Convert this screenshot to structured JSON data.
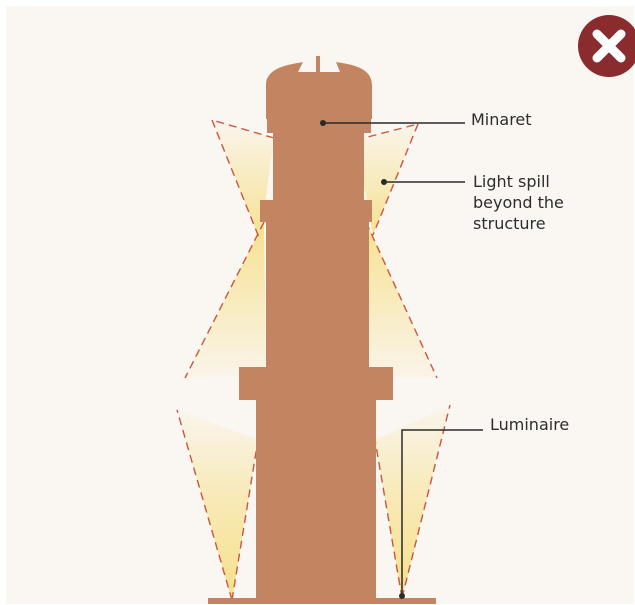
{
  "labels": {
    "minaret": "Minaret",
    "light_spill_line1": "Light spill",
    "light_spill_line2": "beyond the",
    "light_spill_line3": "structure",
    "luminaire": "Luminaire"
  },
  "icons": {
    "badge": "close-icon",
    "finial": "crescent-icon"
  },
  "colors": {
    "background": "#faf6f2",
    "minaret": "#c28461",
    "light": "#f6e08a",
    "beam_edge": "#c9573d",
    "badge": "#8a2c2e",
    "text": "#2d2d2d"
  }
}
